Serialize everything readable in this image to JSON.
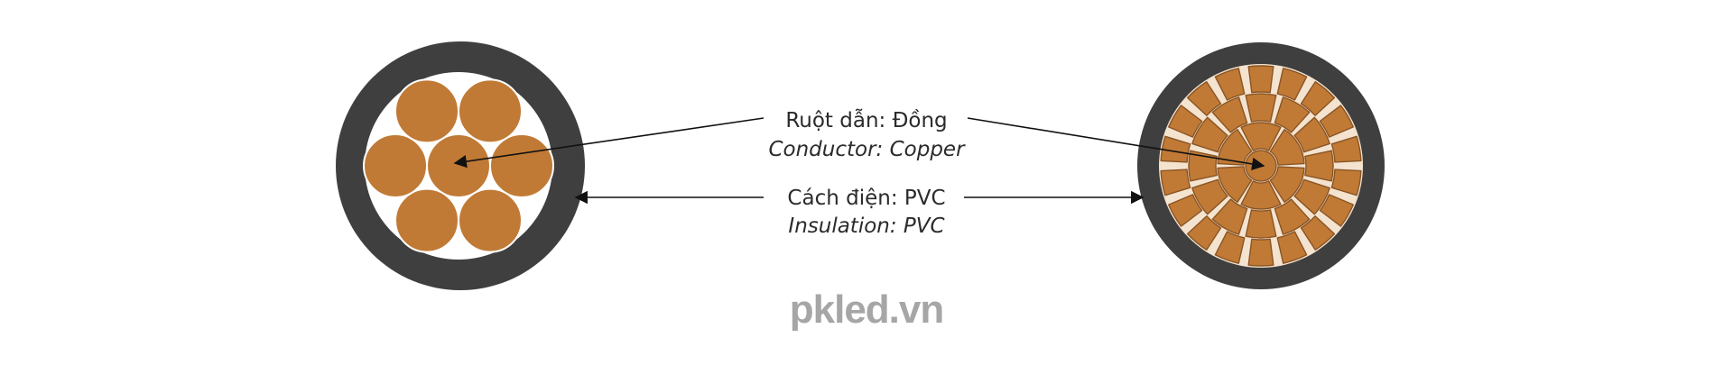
{
  "labels": {
    "conductor_vi": "Ruột dẫn: Đồng",
    "conductor_en": "Conductor: Copper",
    "insulation_vi": "Cách điện: PVC",
    "insulation_en": "Insulation: PVC"
  },
  "watermark": "pkled.vn",
  "colors": {
    "insulation": "#3f3f3f",
    "copper": "#c07a35",
    "copper_edge": "#8a5424",
    "arrow": "#111111",
    "watermark": "#a6a6a6"
  }
}
